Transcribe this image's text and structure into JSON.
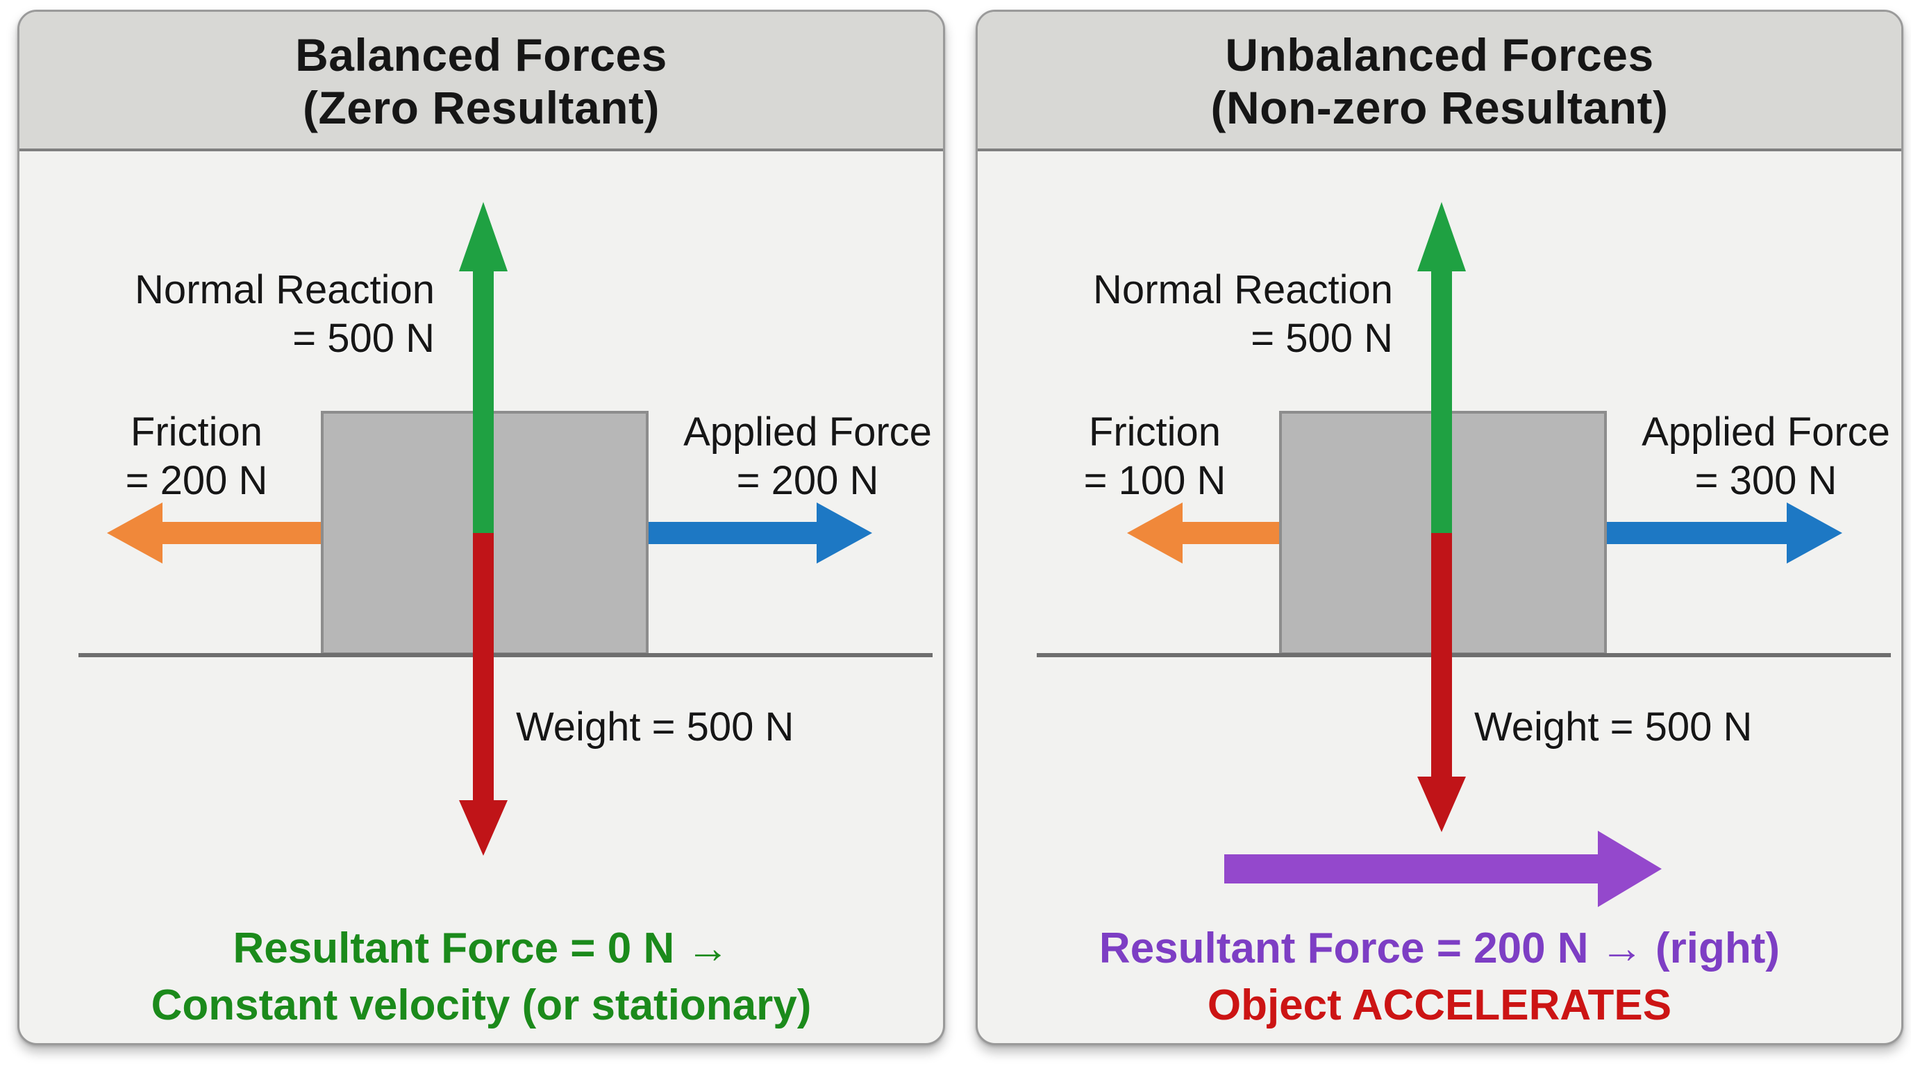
{
  "colors": {
    "normal_arrow_green": "#1fa142",
    "weight_arrow_red": "#c01418",
    "friction_arrow_orange": "#f0883a",
    "applied_arrow_blue": "#1d78c4",
    "resultant_arrow_purple": "#9448cc",
    "balanced_text_green": "#1b8a1b",
    "resultant_text_purple": "#7d3ec4",
    "accelerates_text_red": "#cc1414",
    "block_gray": "#b7b7b7",
    "header_gray": "#d8d8d5",
    "panel_bg": "#f2f2f0"
  },
  "panels": [
    {
      "title_line1": "Balanced Forces",
      "title_line2": "(Zero Resultant)",
      "normal_label_line1": "Normal Reaction",
      "normal_label_line2": "= 500 N",
      "friction_label_line1": "Friction",
      "friction_label_line2": "= 200 N",
      "applied_label_line1": "Applied Force",
      "applied_label_line2": "= 200 N",
      "weight_label": "Weight = 500 N",
      "result_line1": "Resultant Force = 0 N →",
      "result_line2": "Constant velocity (or stationary)"
    },
    {
      "title_line1": "Unbalanced Forces",
      "title_line2": "(Non-zero Resultant)",
      "normal_label_line1": "Normal Reaction",
      "normal_label_line2": "= 500 N",
      "friction_label_line1": "Friction",
      "friction_label_line2": "= 100 N",
      "applied_label_line1": "Applied Force",
      "applied_label_line2": "= 300 N",
      "weight_label": "Weight = 500 N",
      "result_line1": "Resultant Force = 200 N → (right)",
      "result_line2": "Object ACCELERATES"
    }
  ]
}
